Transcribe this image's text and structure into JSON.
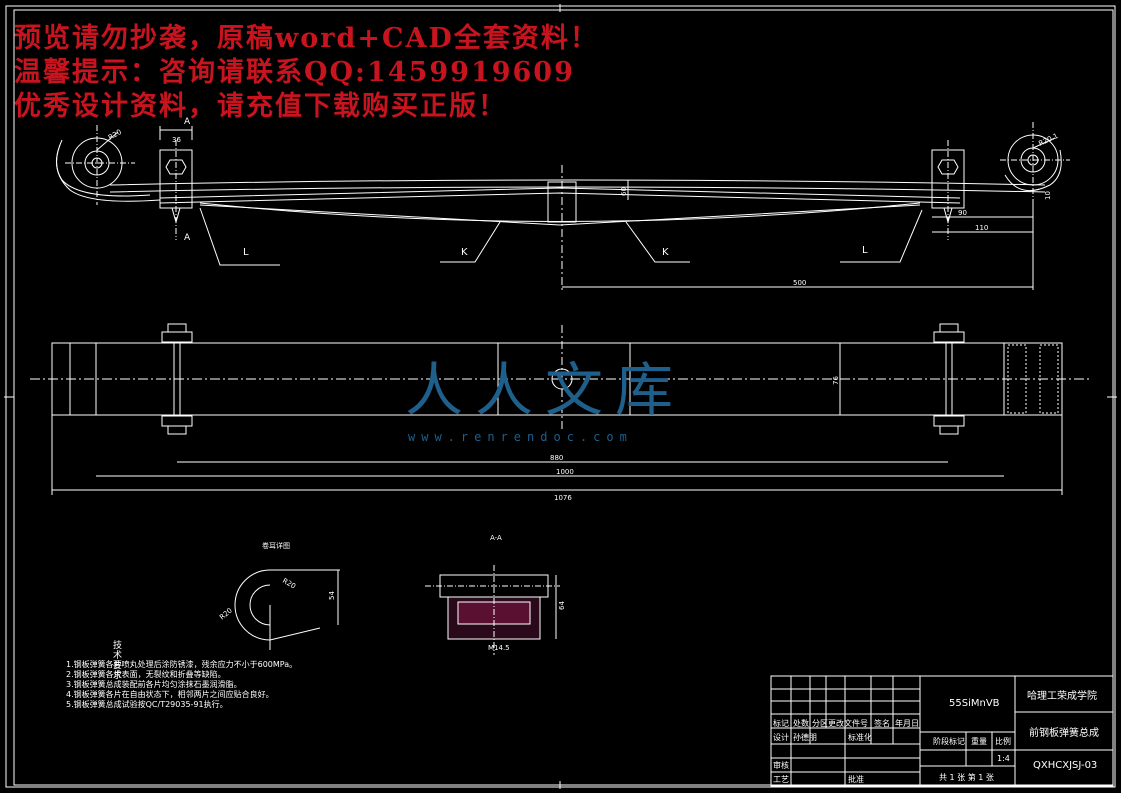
{
  "watermark": {
    "line1": "预览请勿抄袭，原稿word+CAD全套资料！",
    "line2": "温馨提示：咨询请联系QQ:1459919609",
    "line3": "优秀设计资料，请充值下载购买正版！"
  },
  "logo": {
    "text": "人人文库",
    "url": "www.renrendoc.com"
  },
  "front_view": {
    "section_marks": [
      "A",
      "A"
    ],
    "leader_labels": [
      "L",
      "K",
      "K",
      "L"
    ],
    "dims": {
      "left_eye_radius": "R20",
      "right_eye_radius": "R20.1",
      "clamp_width": "36",
      "center_height": "60",
      "dim_90": "90",
      "dim_110": "110",
      "dim_10": "10",
      "span_half": "500"
    }
  },
  "plan_view": {
    "dims": {
      "width": "76",
      "bolt_span": "880",
      "overall_1000": "1000",
      "overall_1076": "1076"
    },
    "center_mark": "1"
  },
  "detail_views": {
    "eye_title": "卷耳详图",
    "eye_dims": {
      "angle": "R20",
      "r": "R20",
      "h": "54"
    },
    "section_title": "A-A",
    "section_dims": {
      "h": "64",
      "w": "M14.5"
    }
  },
  "tech_requirements": {
    "title": "技术要求",
    "items": [
      "1.钢板弹簧各片喷丸处理后涂防锈漆，残余应力不小于600MPa。",
      "2.钢板弹簧各片表面，无裂纹和折叠等缺陷。",
      "3.钢板弹簧总成装配前各片均匀涂抹石墨润滑脂。",
      "4.钢板弹簧各片在自由状态下，相邻两片之间应贴合良好。",
      "5.钢板弹簧总成试验按QC/T29035-91执行。"
    ]
  },
  "title_block": {
    "material": "55SiMnVB",
    "school": "哈理工荣成学院",
    "drawing_name": "前钢板弹簧总成",
    "scale": "1:4",
    "sheet": "共 1 张 第 1 张",
    "drawing_no": "QXHCXJSJ-03",
    "headers": [
      "标记",
      "处数",
      "分区",
      "更改文件号",
      "签名",
      "年月日"
    ],
    "row_design": [
      "设计",
      "孙德朋",
      "标准化"
    ],
    "row_stage": [
      "阶段标记",
      "重量",
      "比例"
    ],
    "row_audit": [
      "审核"
    ],
    "row_process": [
      "工艺",
      "批准"
    ]
  }
}
